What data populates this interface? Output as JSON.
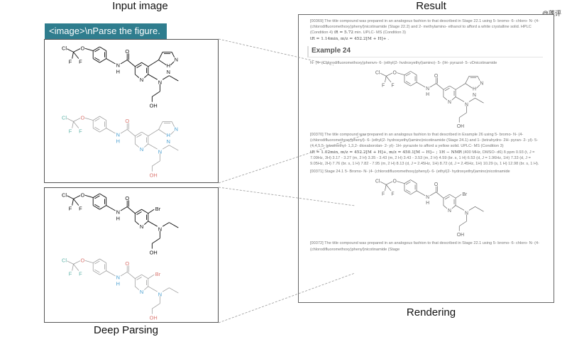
{
  "labels": {
    "input_title": "Input image",
    "result_title": "Result",
    "prompt": "<image>\\nParse the figure.",
    "deep_parsing": "Deep Parsing",
    "rendering": "Rendering",
    "watermark": "@蓬评"
  },
  "molecules": {
    "pyrazole": [
      "Cl",
      "O",
      "F",
      "F",
      "N",
      "H",
      "O",
      "N",
      "N",
      "H",
      "N",
      "N",
      "OH"
    ],
    "bromo": [
      "Cl",
      "O",
      "F",
      "F",
      "N",
      "H",
      "O",
      "Br",
      "N",
      "N",
      "OH"
    ]
  },
  "colors": {
    "prompt_bg": "#2f7d8e",
    "teal": "#5fb3a8",
    "red": "#d9736d",
    "blue": "#4a9fd0",
    "gray": "#888888"
  },
  "document": {
    "p1_text": "[00369] The title compound was prepared in an analogous fashion to that described in Stage 22.1 using 5- bromo- 6- chloro- N- (4- (chlorodifluoromethoxy)phenyl)nicotinamide (Stage 22.2) and 2- methylamino- ethanol to afford a white crystalline solid. HPLC (Condition 4) t",
    "p1_math1": "R = 5.72",
    "p1_text2": " min. UPLC- MS (Condition 3)",
    "p1_math2": "tR = 1.14min, m/z = 452.2[M + H]+ .",
    "heading": "Example 24",
    "p2_text": "N- (4- (Chlorodifluoromethoxy)phenvn- 6- (ethyl(2- hvdroxyethyl)amino)- 5- (IH- pyrazol- 5- vDnicotinamide",
    "p3_text": "[00370] The title compound was prepared in an analogous fashion to that described in Example 26 using 5- bromo- N- (4- (chlorodifluoromethoxy)phenyl)- 6- (ethyl(2- hydroxyethyl)amino)nicotinamide (Stage 24.1) and 1- (tetrahydro- 2H- pyran- 2- yl)- 5- (4,4,5,5- tetramethyl- 1,3,2- dioxaborolan- 2- yl)- 1H- pyrazole to afford a yellow solid. UPLC- MS (Condition 3)",
    "p3_math": "tR = 1.02min, m/z = 452.2[M + H]+, m/z = 450.1[M − H]− ; 1H − NMR",
    "p3_text2": " (400 MHz, DMSO- d6) δ ppm 0.93 (t, J = 7.09Hz, 3H) 3.17 - 3.27 (m, 2 H) 3.35 - 3.43 (m, 2 H) 3.43 - 3.53 (m, 2 H) 4.59 (br. s, 1 H) 6.53 (d, J = 1.96Hz, 1H) 7.33 (d, J = 9.05Hz, 2H) 7.76 (br. s, 1 H) 7.82 - 7.95 (m, 2 H) 8.13 (d, J = 2.45Hz, 1H) 8.72 (d, J = 2.45Hz, 1H) 10.29 (s, 1 H) 12.98 (br. s, 1 H).",
    "p4_text": "[00371] Stage 24.1 5- Bromo- N- (4- (chlorodifluoromethoxy)phenyl)- 6- (ethyl(2- hydroxyethyl)amino)nicotinamide",
    "p5_text": "[00372] The title compound was prepared in an analogous fashion to that described in Stage 22.1 using 5- bromo- 6- chloro- N- (4- (chlorodifluoromethoxy)phenyl)nicotinamide (Stage"
  }
}
